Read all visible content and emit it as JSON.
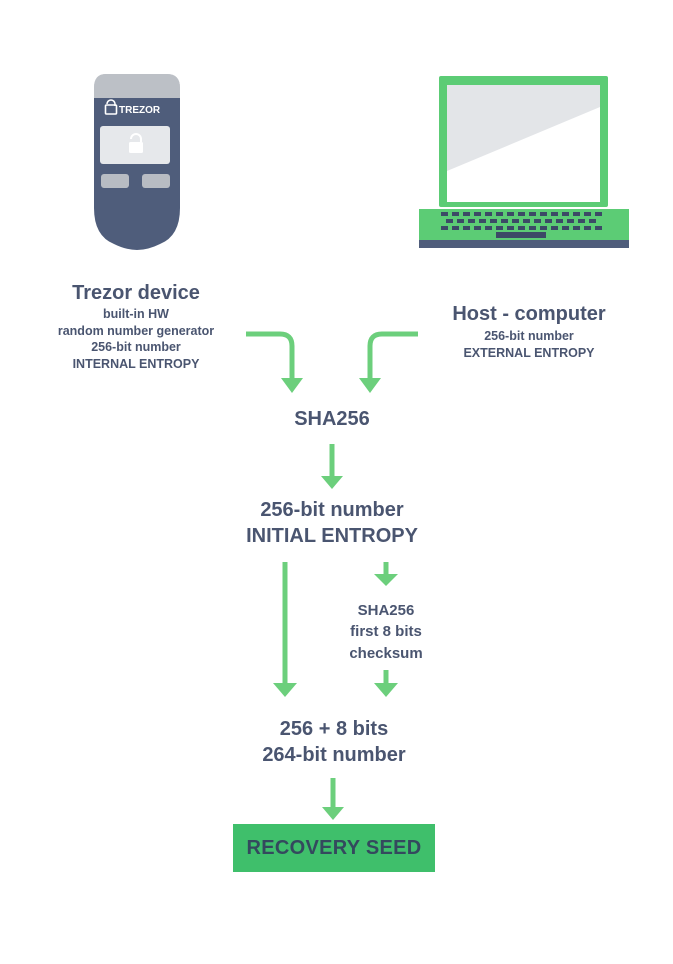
{
  "colors": {
    "accent": "#6ccf7c",
    "dark": "#4a5570",
    "seed": "#3fbf6b",
    "device_body": "#4f5d7b"
  },
  "device": {
    "logo": "TREZOR",
    "title": "Trezor device",
    "lines": [
      "built-in HW",
      "random number generator",
      "256-bit number",
      "INTERNAL ENTROPY"
    ],
    "icon": "trezor-device-icon"
  },
  "host": {
    "title": "Host - computer",
    "lines": [
      "256-bit number",
      "EXTERNAL ENTROPY"
    ],
    "icon": "laptop-icon"
  },
  "step1": {
    "label": "SHA256"
  },
  "step2": {
    "line1": "256-bit number",
    "line2": "INITIAL ENTROPY"
  },
  "checksum": {
    "lines": [
      "SHA256",
      "first 8 bits",
      "checksum"
    ]
  },
  "step3": {
    "line1": "256 + 8 bits",
    "line2": "264-bit number"
  },
  "result": {
    "label": "RECOVERY SEED"
  }
}
